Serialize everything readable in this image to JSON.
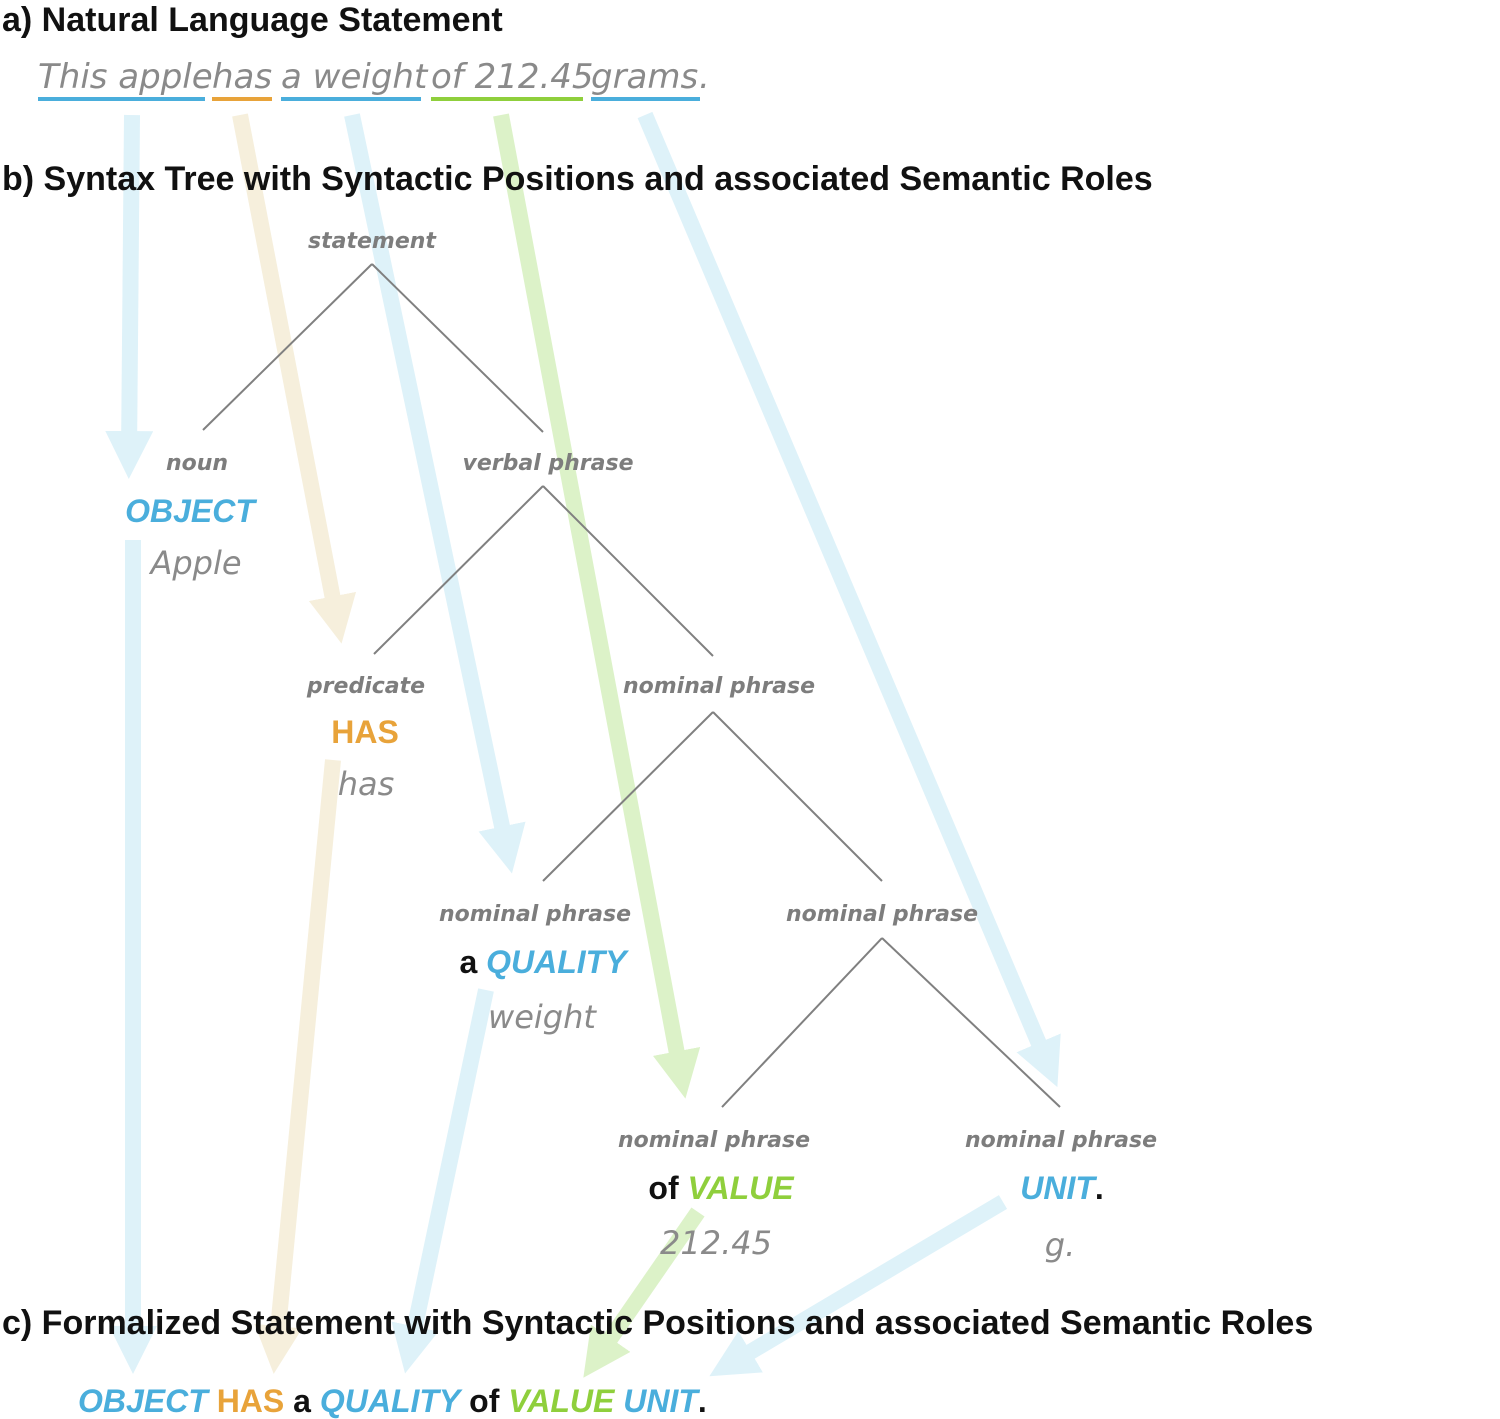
{
  "colors": {
    "blue": "#4aaedc",
    "orange": "#e8a33a",
    "green": "#8fcf3c",
    "light_blue_arrow": "#def2f9",
    "light_orange_arrow": "#f6efdc",
    "light_green_arrow": "#dcf2c8",
    "gray": "#8a8a8a",
    "tree_line": "#808080",
    "black": "#111111"
  },
  "sections": {
    "a": "a) Natural Language Statement",
    "b": "b) Syntax Tree with Syntactic Positions and associated Semantic Roles",
    "c": "c) Formalized Statement with Syntactic Positions and associated Semantic Roles"
  },
  "sentence": {
    "tokens": [
      "This apple",
      "has",
      "a weight",
      "of 212.45",
      "grams",
      "."
    ]
  },
  "tree": {
    "statement": "statement",
    "noun": {
      "position": "noun",
      "role": "OBJECT",
      "word": "Apple"
    },
    "verbal_phrase": "verbal phrase",
    "predicate": {
      "position": "predicate",
      "role": "HAS",
      "word": "has"
    },
    "np_top": "nominal phrase",
    "np_quality": {
      "position": "nominal phrase",
      "prefix": "a",
      "role": "QUALITY",
      "word": "weight"
    },
    "np_mid": "nominal phrase",
    "np_value": {
      "position": "nominal phrase",
      "prefix": "of",
      "role": "VALUE",
      "word": "212.45"
    },
    "np_unit": {
      "position": "nominal phrase",
      "role": "UNIT",
      "suffix": ".",
      "word": "g."
    }
  },
  "formal": {
    "object": "OBJECT",
    "has": "HAS",
    "a": "a",
    "quality": "QUALITY",
    "of": "of",
    "value": "VALUE",
    "unit": "UNIT",
    "period": "."
  }
}
